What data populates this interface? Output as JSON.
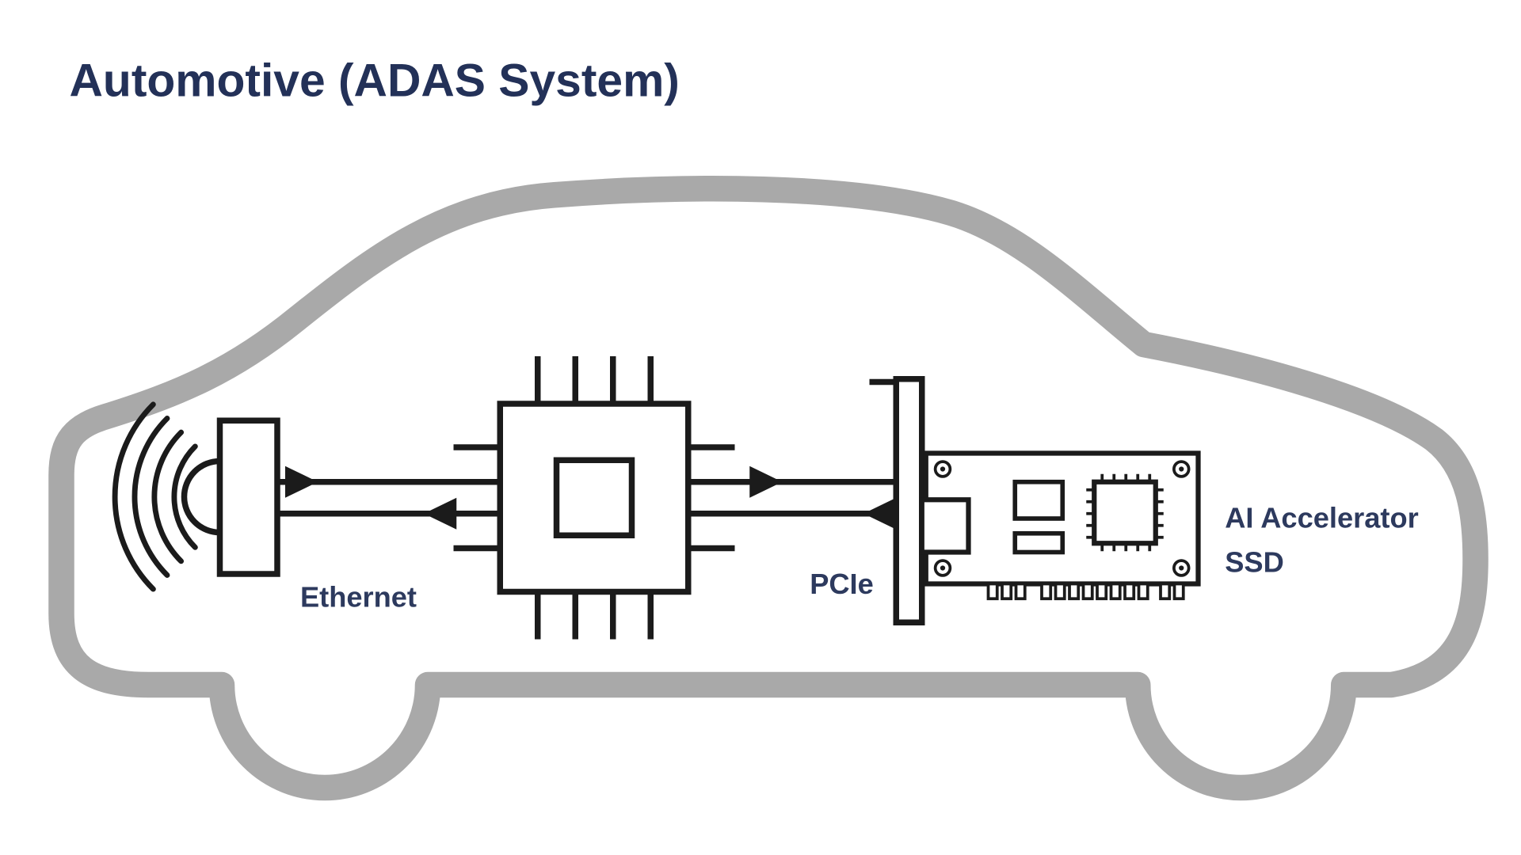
{
  "title": "Automotive (ADAS System)",
  "colors": {
    "background": "#FFFFFF",
    "title_text": "#233158",
    "label_text": "#2D3A5E",
    "car_outline": "#A9A9A9",
    "line_art": "#1B1B1B"
  },
  "diagram": {
    "type": "system-block-diagram",
    "scene": "car-silhouette",
    "nodes": [
      {
        "id": "sensor",
        "icon": "radar-sensor-icon"
      },
      {
        "id": "soc",
        "icon": "soc-chip-icon"
      },
      {
        "id": "accelerator",
        "icon": "pcie-add-in-card-icon",
        "label": "AI Accelerator SSD"
      }
    ],
    "links": [
      {
        "from": "sensor",
        "to": "soc",
        "label": "Ethernet",
        "bidirectional": true
      },
      {
        "from": "soc",
        "to": "accelerator",
        "label": "PCIe",
        "bidirectional": true
      }
    ],
    "labels": {
      "ethernet": "Ethernet",
      "pcie": "PCIe",
      "accelerator": {
        "line1": "AI Accelerator",
        "line2": "SSD"
      }
    }
  }
}
